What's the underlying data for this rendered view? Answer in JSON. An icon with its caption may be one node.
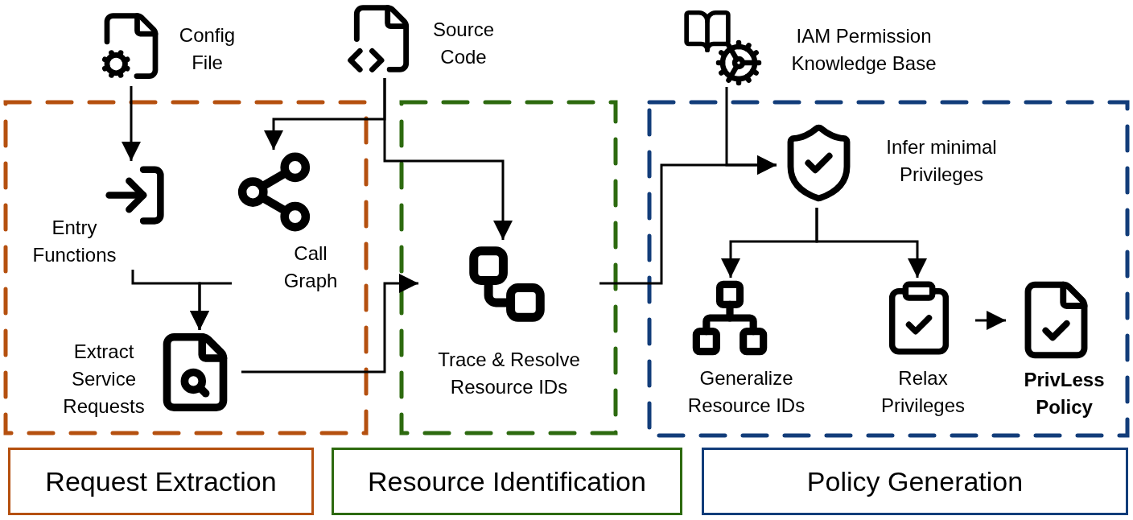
{
  "diagram": {
    "nodes": [
      {
        "text": [
          "Config File"
        ]
      },
      {
        "text": [
          "Source Code"
        ]
      },
      {
        "text": [
          "IAM Permission Knowledge Base"
        ]
      },
      {
        "text": [],
        "shape": "box"
      },
      {
        "text": [
          "Entry Functions"
        ],
        "in": 3
      },
      {
        "text": [
          "Call Graph"
        ],
        "in": 3
      },
      {
        "text": [
          "Extract Service Requests"
        ],
        "in": 3
      },
      {
        "text": [],
        "shape": "box"
      },
      {
        "text": [
          "Trace & Resolve Resource IDs"
        ],
        "in": 7
      },
      {
        "text": [],
        "shape": "box"
      },
      {
        "text": [
          "Infer minimal Privileges"
        ],
        "in": 9
      },
      {
        "text": [
          "Generalize Resource IDs"
        ],
        "in": 9
      },
      {
        "text": [
          "Relax Privileges"
        ],
        "in": 9
      },
      {
        "text": [
          "PrivLess Policy"
        ],
        "in": 9
      },
      {
        "text": [
          "Request Extraction"
        ]
      },
      {
        "text": [
          "Resource Identification"
        ]
      },
      {
        "text": [
          "Policy Generation"
        ]
      }
    ],
    "edges": [
      {
        "from": 0,
        "to": 4,
        "arrow": "to"
      },
      {
        "from": 1,
        "to": 5,
        "arrow": "to"
      },
      {
        "from": 1,
        "to": 8,
        "arrow": "to"
      },
      {
        "from": 4,
        "to": 6,
        "arrow": "to"
      },
      {
        "from": 5,
        "to": 6,
        "arrow": "to"
      },
      {
        "from": 6,
        "to": 8,
        "arrow": "to"
      },
      {
        "from": 8,
        "to": 10,
        "arrow": "to"
      },
      {
        "from": 2,
        "to": 10,
        "arrow": "to"
      },
      {
        "from": 10,
        "to": 11,
        "arrow": "to"
      },
      {
        "from": 10,
        "to": 12,
        "arrow": "to"
      },
      {
        "from": 12,
        "to": 13,
        "arrow": "to"
      }
    ]
  }
}
